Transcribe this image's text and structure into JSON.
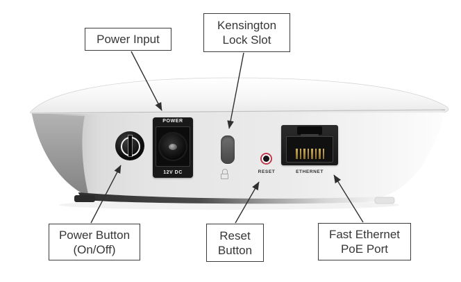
{
  "callouts": {
    "power_input": {
      "text": "Power Input"
    },
    "kensington": {
      "line1": "Kensington",
      "line2": "Lock Slot"
    },
    "power_button": {
      "line1": "Power Button",
      "line2": "(On/Off)"
    },
    "reset": {
      "line1": "Reset",
      "line2": "Button"
    },
    "ethernet": {
      "line1": "Fast Ethernet",
      "line2": "PoE Port"
    }
  },
  "device": {
    "power_port_label": "POWER",
    "power_port_voltage": "12V DC",
    "reset_label": "RESET",
    "ethernet_label": "ETHERNET",
    "icons": {
      "power_button_symbol": "power-bar-icon",
      "kensington_lock": "lock-icon"
    },
    "colors": {
      "reset_button_ring": "#bf3a4d",
      "ethernet_pins_gold": "#c2a24e",
      "front_face": "#e6e6e6",
      "side_shade": "#9a9a9a",
      "port_black": "#1c1c1c"
    }
  }
}
